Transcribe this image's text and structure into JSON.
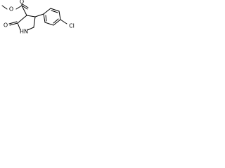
{
  "structure": {
    "atoms": [
      {
        "id": "o_ether",
        "label": "O"
      },
      {
        "id": "o_carbonyl_ester",
        "label": "O"
      },
      {
        "id": "o_carbonyl_lactam",
        "label": "O"
      },
      {
        "id": "nh",
        "label": "HN"
      },
      {
        "id": "chlorine",
        "label": "Cl"
      }
    ]
  },
  "colors": {
    "bond": "#000000",
    "label": "#000000",
    "background": "#ffffff"
  }
}
